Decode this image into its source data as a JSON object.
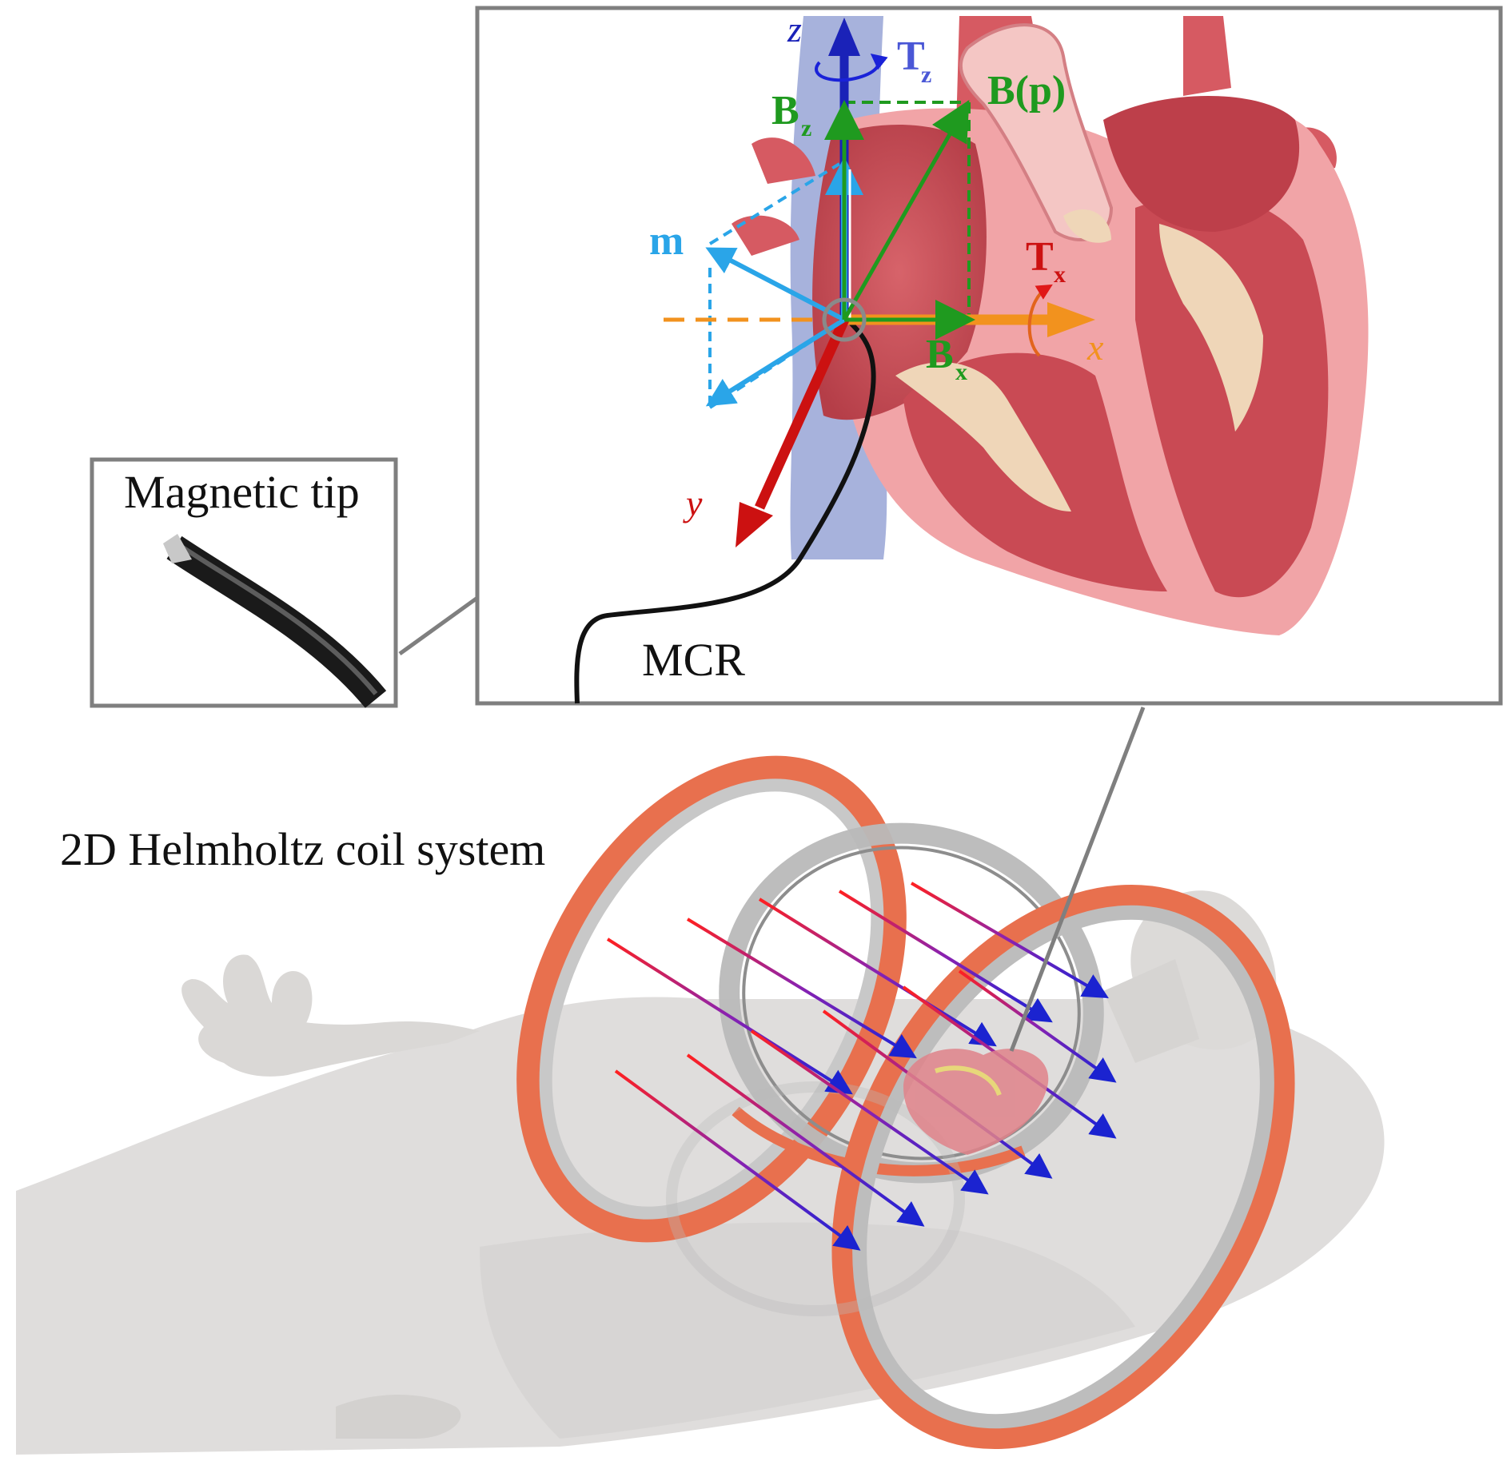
{
  "labels": {
    "magnetic_tip": "Magnetic tip",
    "mcr": "MCR",
    "coil_system": "2D Helmholtz coil system"
  },
  "axes": {
    "z": "z",
    "x": "x",
    "y": "y"
  },
  "vectors": {
    "bp": "B(p)",
    "bz_main": "B",
    "bz_sub": "z",
    "bx_main": "B",
    "bx_sub": "x",
    "m": "m",
    "tz_main": "T",
    "tz_sub": "z",
    "tx_main": "T",
    "tx_sub": "x"
  },
  "colors": {
    "field_green": "#1f9a1f",
    "moment_blue": "#2aa5e8",
    "z_axis_blue": "#1a22b8",
    "x_axis_orange": "#f2921e",
    "y_axis_red": "#cc1111",
    "coil_orange": "#e8704e",
    "coil_gray": "#b9b9b9",
    "heart_red": "#c94a54",
    "heart_pink": "#f0a5a8",
    "vessel_blue": "#a7b2dc",
    "body_gray": "#dedcdb"
  }
}
